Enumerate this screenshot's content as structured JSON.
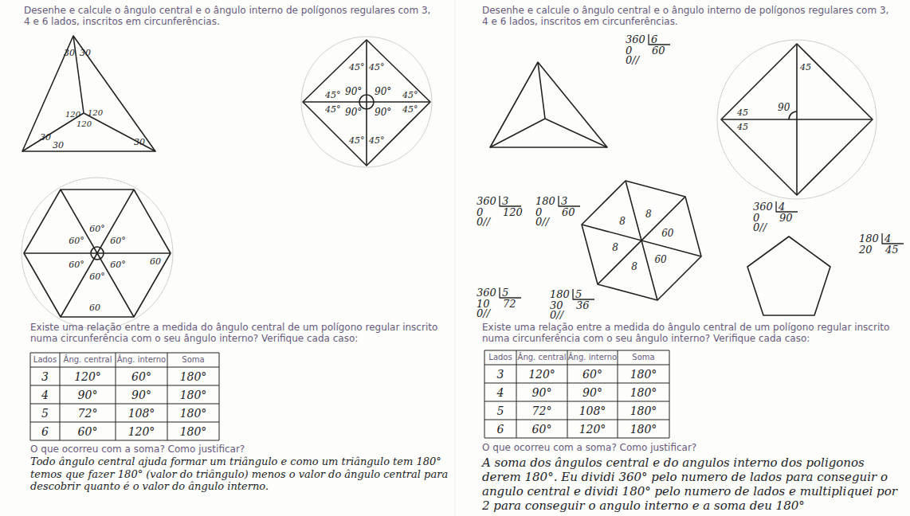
{
  "diagram": {
    "labels": [
      "Desenhe e calcule o ângulo central e o ângulo interno de polígonos regulares com 3, 4 e 6 lados, inscritos em circunferências.",
      "30",
      "30",
      "120",
      "120",
      "120",
      "30",
      "30",
      "30",
      "45°",
      "45°",
      "45°",
      "45°",
      "45°",
      "45°",
      "90°",
      "90°",
      "90°",
      "90°",
      "45°",
      "45°",
      "60°",
      "60°",
      "60°",
      "60°",
      "60°",
      "60°",
      "60",
      "60",
      "Existe uma relação entre a medida do ângulo central de um polígono regular inscrito numa circunferência com o seu ângulo interno? Verifique cada caso:",
      "Lados",
      "Âng. central",
      "Âng. interno",
      "Soma",
      "3",
      "120°",
      "60°",
      "180°",
      "4",
      "90°",
      "90°",
      "180°",
      "5",
      "72°",
      "108°",
      "180°",
      "6",
      "60°",
      "120°",
      "180°",
      "O que ocorreu com a soma? Como justificar?",
      "Todo ângulo central ajuda formar um triângulo e como um triângulo tem 180° temos que fazer 180° (valor do triângulo) menos o valor do ângulo central para descobrir quanto é o valor do ângulo interno.",
      "Desenhe e calcule o ângulo central e o ângulo interno de polígonos regulares com 3, 4 e 6 lados, inscritos em circunferências.",
      "360",
      "6",
      "0",
      "60",
      "0//",
      "360",
      "3",
      "0",
      "120",
      "0//",
      "180",
      "3",
      "0",
      "60",
      "0//",
      "45",
      "45",
      "45",
      "90",
      "8",
      "8",
      "8",
      "8",
      "60",
      "60",
      "360",
      "4",
      "0",
      "90",
      "0//",
      "180",
      "4",
      "20",
      "45",
      "360",
      "5",
      "10",
      "72",
      "0//",
      "180",
      "5",
      "30",
      "36",
      "0//",
      "Existe uma relação entre a medida do ângulo central de um polígono regular inscrito numa circunferência com o seu ângulo interno? Verifique cada caso:",
      "Lados",
      "Âng. central",
      "Âng. interno",
      "Soma",
      "3",
      "120°",
      "60°",
      "180°",
      "4",
      "90°",
      "90°",
      "180°",
      "5",
      "72°",
      "108°",
      "180°",
      "6",
      "60°",
      "120°",
      "180°",
      "O que ocorreu com a soma? Como justificar?",
      "A soma dos ângulos central e do angulos interno dos poligonos derem 180°. Eu dividi 360° pelo numero de lados para conseguir o angulo central e dividi 180° pelo numero de lados e multipliquei por 2 para conseguir o angulo interno e a soma deu 180°"
    ]
  }
}
